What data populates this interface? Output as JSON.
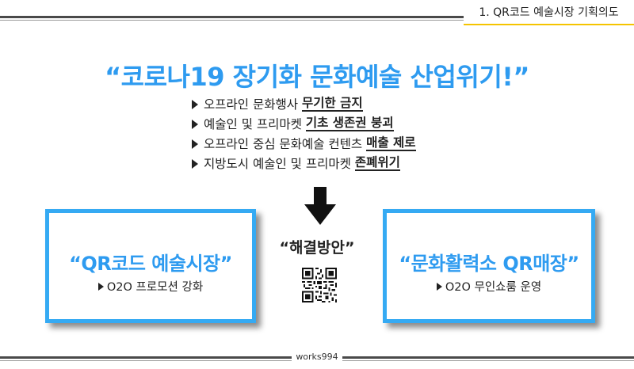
{
  "header": {
    "section_title": "1. QR코드 예술시장 기획의도",
    "accent_color": "#f5c400"
  },
  "headline": "“코로나19 장기화 문화예술 산업위기!”",
  "bullets": [
    {
      "text": "오프라인 문화행사",
      "emphasis": "무기한 금지"
    },
    {
      "text": "예술인 및 프리마켓",
      "emphasis": "기초 생존권 붕괴"
    },
    {
      "text": "오프라인 중심 문화예술 컨텐츠",
      "emphasis": "매출 제로"
    },
    {
      "text": "지방도시 예술인 및 프리마켓",
      "emphasis": "존폐위기"
    }
  ],
  "arrow_icon": "arrow-down-icon",
  "solution_label": "“해결방안”",
  "qr_icon": "qr-code-icon",
  "boxes": [
    {
      "title": "“QR코드 예술시장”",
      "subtitle": "O2O 프로모션 강화"
    },
    {
      "title": "“문화활력소 QR매장”",
      "subtitle": "O2O 무인쇼룸 운영"
    }
  ],
  "footer": {
    "text": "works994"
  },
  "colors": {
    "accent_blue": "#2e9bf0",
    "border_blue": "#35aaf3"
  }
}
